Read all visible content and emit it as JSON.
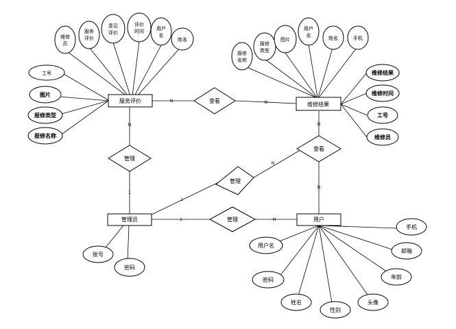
{
  "entities": {
    "service_review": "服务评价",
    "repair_result": "维修结果",
    "admin": "管理员",
    "user": "用户"
  },
  "relationships": {
    "review_result": "查看",
    "admin_review": "管理",
    "admin_result": "管理",
    "admin_user": "管理",
    "user_result": "查看"
  },
  "cardinality": {
    "review_result_left": "N",
    "review_result_right": "N",
    "review_admin_top": "N",
    "review_admin_bottom": "1",
    "admin_result_left": "1",
    "admin_result_right": "N",
    "admin_user_left": "1",
    "admin_user_right": "N",
    "result_user_top": "N",
    "result_user_bottom": "N"
  },
  "service_review_attributes": {
    "repairer": [
      "维修",
      "员"
    ],
    "service_review": [
      "服务",
      "评价"
    ],
    "opinion_review": [
      "意见",
      "评价"
    ],
    "review_time": [
      "评价",
      "时间"
    ],
    "username": [
      "用户",
      "名"
    ],
    "name": "姓名",
    "employee_id": "工号",
    "image": "图片",
    "repair_type": "报修类型",
    "repair_name": "报修名称"
  },
  "repair_result_attributes": {
    "repair_name": [
      "报修",
      "名称"
    ],
    "repair_type": [
      "报修",
      "类型"
    ],
    "image": "图片",
    "username": [
      "用户",
      "名"
    ],
    "name": "姓名",
    "phone": "手机",
    "repair_result": "维修结果",
    "repair_time": "维修时间",
    "employee_id": "工号",
    "repairer": "维修员"
  },
  "admin_attributes": {
    "account": "账号",
    "password": "密码"
  },
  "user_attributes": {
    "username": "用户名",
    "password": "密码",
    "name": "姓名",
    "gender": "性别",
    "avatar": "头像",
    "age": "年龄",
    "email": "邮箱",
    "phone": "手机"
  }
}
